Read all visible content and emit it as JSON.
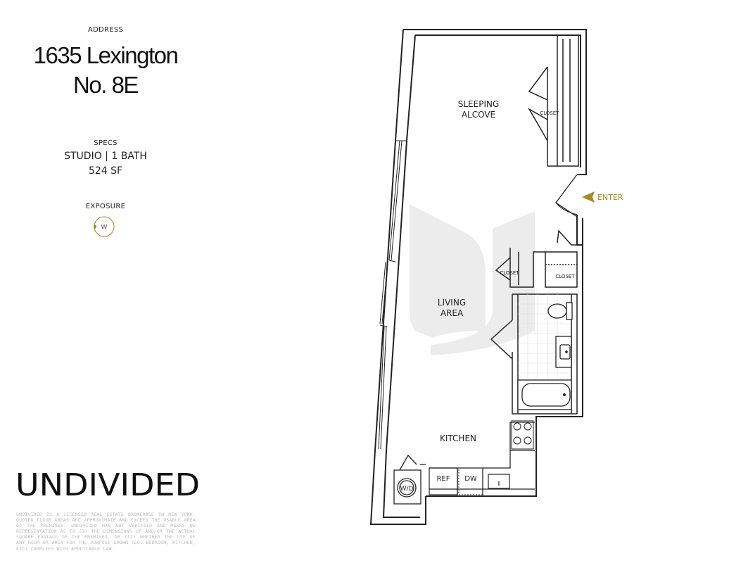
{
  "address": {
    "caption": "ADDRESS",
    "line1": "1635 Lexington",
    "line2": "No. 8E"
  },
  "specs": {
    "caption": "SPECS",
    "type": "STUDIO | 1 BATH",
    "size": "524 SF"
  },
  "exposure": {
    "caption": "EXPOSURE",
    "direction": "W"
  },
  "brand": {
    "name": "UNDIVIDED",
    "disclaimer": "UNDIVIDED IS A LICENSED REAL ESTATE BROKERAGE IN NEW YORK. QUOTED FLOOR AREAS ARE APPROXIMATE AND EXCEED THE USABLE AREA OF THE PREMISES. UNDIVIDED HAS NOT VERIFIED AND MAKES NO REPRESENTATION AS TO (I) THE DIMENSIONS OF AND/OR THE ACTUAL SQUARE FOOTAGE OF THE PREMISES, OR (II) WHETHER THE USE OF ANY ROOM OR AREA FOR THE PURPOSE SHOWN (EG. BEDROOM, KITCHEN, ETC) COMPLIES WITH APPLICABLE LAW."
  },
  "plan": {
    "sleeping_1": "SLEEPING",
    "sleeping_2": "ALCOVE",
    "closet_top": "CLOSET",
    "enter": "ENTER",
    "closet_left": "CLOSET",
    "closet_right": "CLOSET",
    "living_1": "LIVING",
    "living_2": "AREA",
    "kitchen": "KITCHEN",
    "ref": "REF",
    "dw": "DW",
    "wd": "W/D"
  },
  "colors": {
    "accent": "#a8882a",
    "wall": "#222222",
    "watermark": "#ececec"
  }
}
